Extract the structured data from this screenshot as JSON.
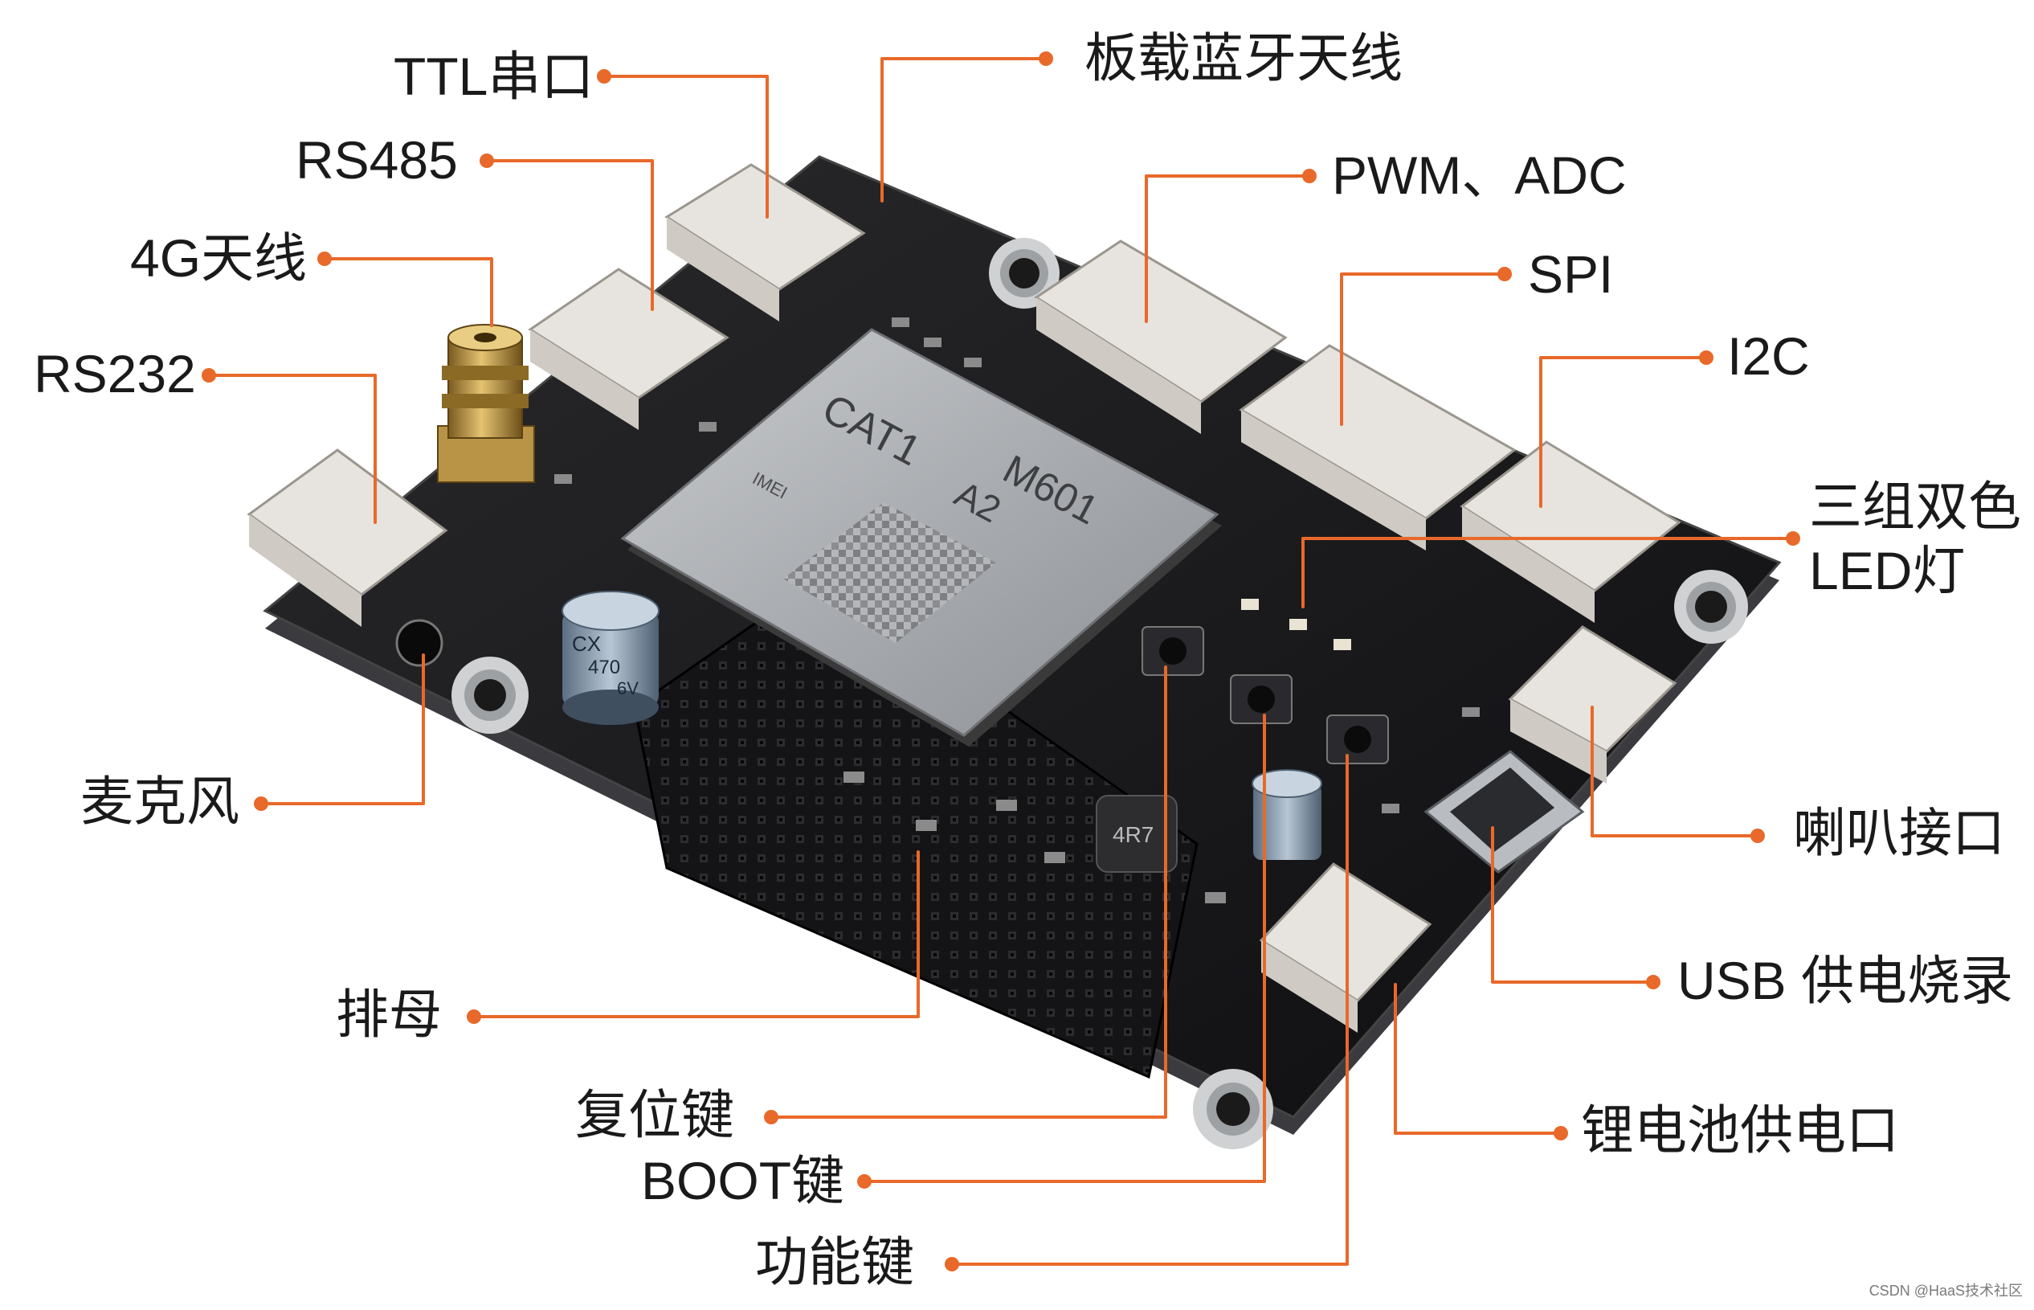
{
  "accent_color": "#e8692a",
  "board": {
    "module_text": [
      "CAT1",
      "M601",
      "A2",
      "IMEI"
    ],
    "capacitor_text": [
      "CX",
      "470",
      "6V"
    ],
    "inductor_text": "4R7"
  },
  "labels": {
    "ttl": "TTL串口",
    "rs485": "RS485",
    "antenna_4g": "4G天线",
    "rs232": "RS232",
    "bt_antenna": "板载蓝牙天线",
    "pwm_adc": "PWM、ADC",
    "spi": "SPI",
    "i2c": "I2C",
    "led_line1": "三组双色",
    "led_line2": "LED灯",
    "speaker": "喇叭接口",
    "usb": "USB 供电烧录",
    "battery": "锂电池供电口",
    "mic": "麦克风",
    "header": "排母",
    "reset": "复位键",
    "boot": "BOOT键",
    "func": "功能键"
  },
  "credit": "CSDN @HaaS技术社区"
}
